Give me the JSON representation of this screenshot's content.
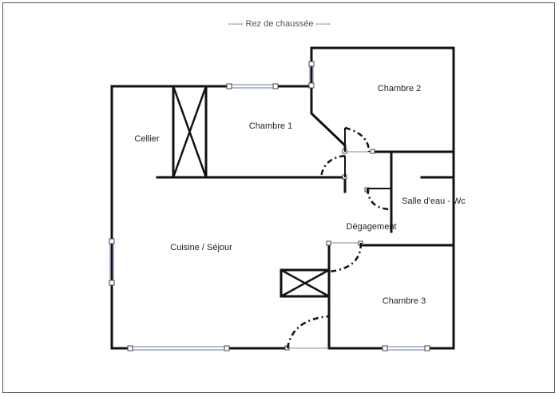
{
  "title": "----- Rez de chaussée -----",
  "rooms": {
    "chambre2": "Chambre 2",
    "chambre1": "Chambre 1",
    "cellier": "Cellier",
    "salle_eau": "Salle d'eau - Wc",
    "degagement": "Dégagement",
    "cuisine": "Cuisine / Séjour",
    "chambre3": "Chambre 3"
  }
}
